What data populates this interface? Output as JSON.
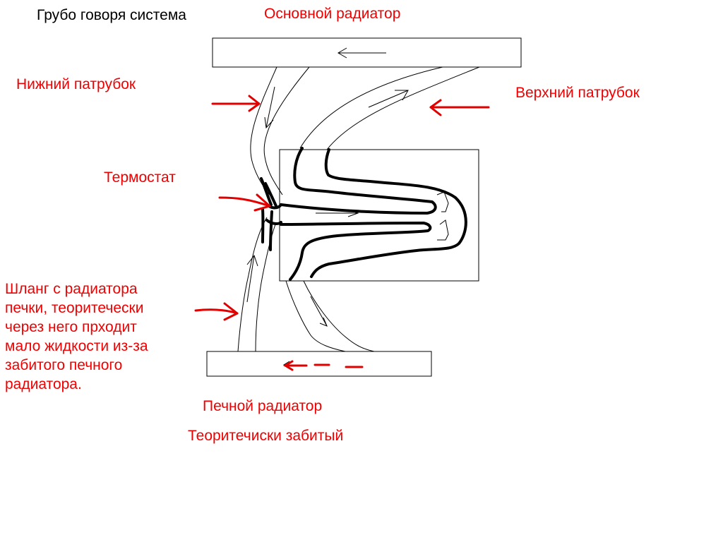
{
  "labels": {
    "title": "Грубо говоря система",
    "main_radiator": "Основной радиатор",
    "lower_hose": "Нижний патрубок",
    "upper_hose": "Верхний патрубок",
    "thermostat": "Термостат",
    "heater_hose_note": [
      "Шланг с радиатора",
      "печки, теоритечески",
      "через него прходит",
      "мало жидкости из-за",
      "забитого печного",
      "радиатора."
    ],
    "heater_radiator": "Печной радиатор",
    "heater_radiator_note": "Теоритечиски забитый"
  },
  "colors": {
    "label_text": "#f00000",
    "title_text": "#000000",
    "outline": "#000000",
    "annotation_arrow": "#f00000"
  },
  "components": {
    "main_radiator": "rectangle",
    "engine_block": "rectangle",
    "heater_radiator": "rectangle",
    "flow_arrows": "thin-black-arrow",
    "pointer_arrows": "red-arrow"
  }
}
